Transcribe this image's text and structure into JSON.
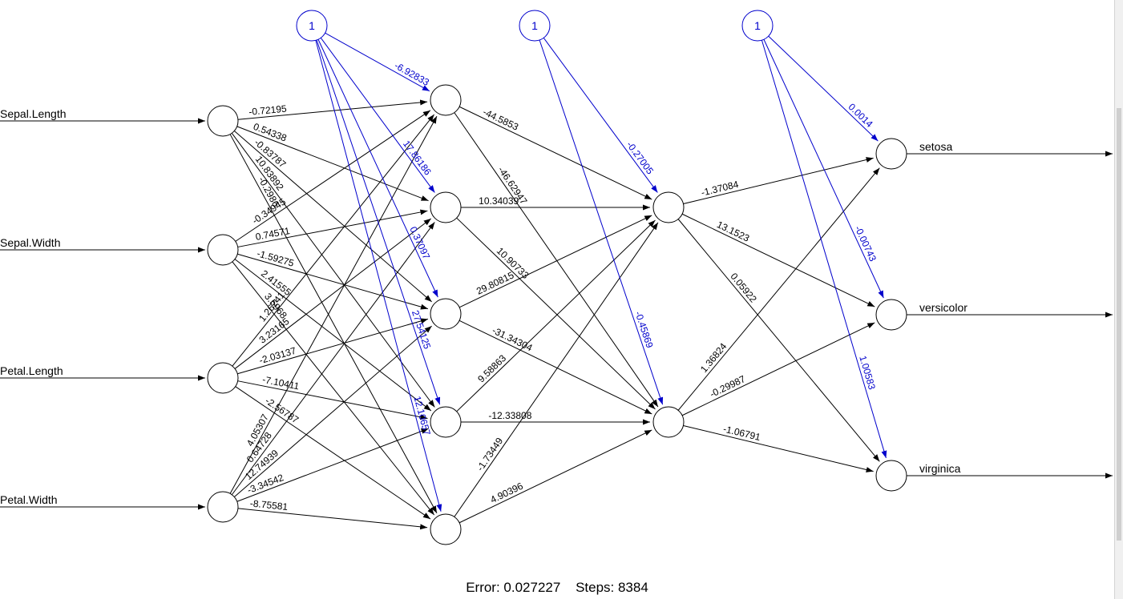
{
  "network": {
    "inputs": [
      "Sepal.Length",
      "Sepal.Width",
      "Petal.Length",
      "Petal.Width"
    ],
    "outputs": [
      "setosa",
      "versicolor",
      "virginica"
    ],
    "bias_label": "1",
    "hidden1_count": 5,
    "hidden2_count": 2,
    "weights_input_h1": [
      [
        "-0.72195",
        "0.54338",
        "-0.83787",
        "10.83892",
        "-0.2986"
      ],
      [
        "-0.34945",
        "0.74571",
        "-1.59275",
        "2.41555",
        "3.5968"
      ],
      [
        "1.26241",
        "3.23165",
        "-2.03137",
        "-7.10411",
        "-2.56787"
      ],
      [
        "4.05307",
        "0.64728",
        "12.74939",
        "-3.34542",
        "-8.75581"
      ]
    ],
    "weights_bias_h1": [
      "-6.92833",
      "17.86186",
      "0.37097",
      "27.54125",
      "12.10657"
    ],
    "weights_h1_h2": [
      [
        "-44.5853",
        "-46.62947"
      ],
      [
        "10.34039",
        "10.90733"
      ],
      [
        "29.80815",
        "-31.34304"
      ],
      [
        "9.58863",
        "-12.33808"
      ],
      [
        "-1.73449",
        "4.90396"
      ]
    ],
    "weights_bias_h2": [
      "-0.27005",
      "-0.45869"
    ],
    "weights_h2_out": [
      [
        "-1.37084",
        "13.1523",
        "0.05922"
      ],
      [
        "1.36824",
        "-0.29987",
        "-1.06791"
      ]
    ],
    "weights_bias_out": [
      "0.0014",
      "-0.00743",
      "1.00583"
    ],
    "colors": {
      "edge": "#000000",
      "bias_edge": "#0000cc",
      "node_stroke": "#000000"
    }
  },
  "footer": {
    "error": "Error: 0.027227",
    "steps": "Steps: 8384"
  }
}
